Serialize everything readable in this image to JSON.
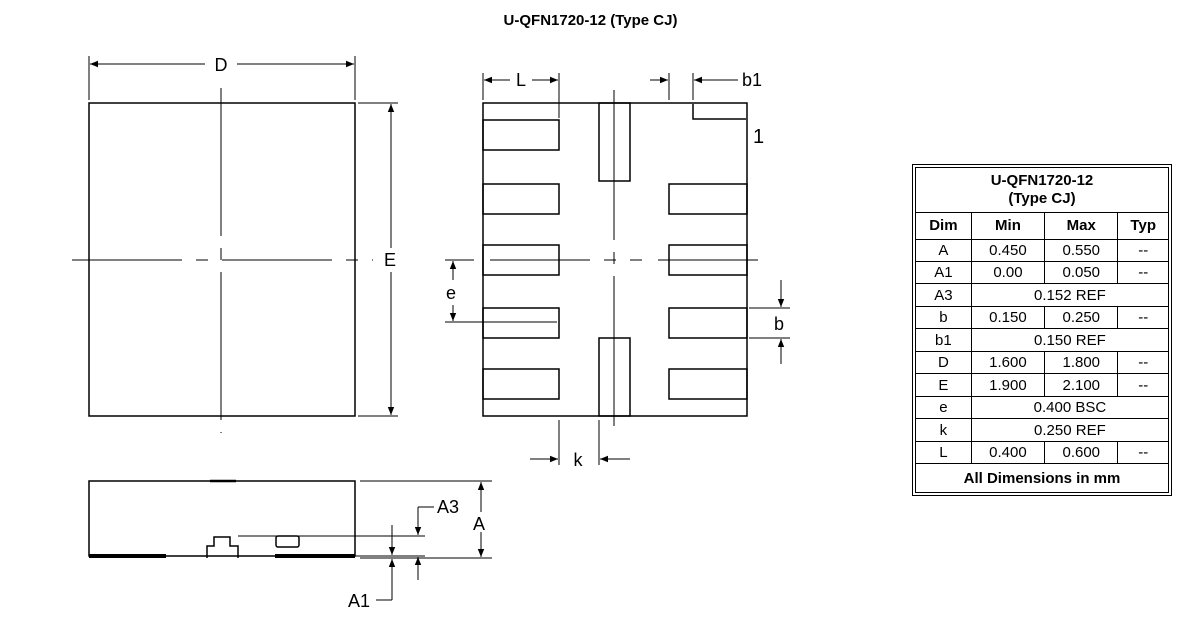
{
  "title": "U-QFN1720-12 (Type CJ)",
  "labels": {
    "D": "D",
    "E": "E",
    "L": "L",
    "b1": "b1",
    "pin1": "1",
    "e": "e",
    "b": "b",
    "k": "k",
    "A3": "A3",
    "A": "A",
    "A1": "A1"
  },
  "table": {
    "title_line1": "U-QFN1720-12",
    "title_line2": "(Type CJ)",
    "headers": [
      "Dim",
      "Min",
      "Max",
      "Typ"
    ],
    "rows": [
      {
        "dim": "A",
        "min": "0.450",
        "max": "0.550",
        "typ": "--"
      },
      {
        "dim": "A1",
        "min": "0.00",
        "max": "0.050",
        "typ": "--"
      },
      {
        "dim": "A3",
        "span": "0.152 REF"
      },
      {
        "dim": "b",
        "min": "0.150",
        "max": "0.250",
        "typ": "--"
      },
      {
        "dim": "b1",
        "span": "0.150 REF"
      },
      {
        "dim": "D",
        "min": "1.600",
        "max": "1.800",
        "typ": "--"
      },
      {
        "dim": "E",
        "min": "1.900",
        "max": "2.100",
        "typ": "--"
      },
      {
        "dim": "e",
        "span": "0.400 BSC"
      },
      {
        "dim": "k",
        "span": "0.250 REF"
      },
      {
        "dim": "L",
        "min": "0.400",
        "max": "0.600",
        "typ": "--"
      }
    ],
    "footer": "All Dimensions in mm"
  }
}
